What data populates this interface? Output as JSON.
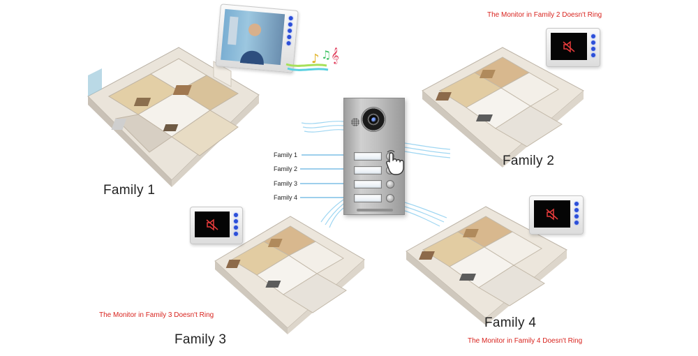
{
  "families": [
    {
      "name": "Family 1",
      "monitor_state": "ringing",
      "note": ""
    },
    {
      "name": "Family 2",
      "monitor_state": "muted",
      "note": "The Monitor in Family 2 Doesn't Ring"
    },
    {
      "name": "Family 3",
      "monitor_state": "muted",
      "note": "The Monitor in Family 3 Doesn't Ring"
    },
    {
      "name": "Family 4",
      "monitor_state": "muted",
      "note": "The Monitor in Family 4 Doesn't Ring"
    }
  ],
  "door_station": {
    "buttons": [
      "Family 1",
      "Family 2",
      "Family 3",
      "Family 4"
    ],
    "pressed_button": "Family 1"
  },
  "icons": {
    "mute": "speaker-muted-icon",
    "music": "music-notes-icon",
    "hand": "pointing-hand-icon"
  },
  "colors": {
    "note_text": "#d8231e",
    "wire": "#3b9fd8",
    "monitor_key": "#2c4fd8"
  }
}
